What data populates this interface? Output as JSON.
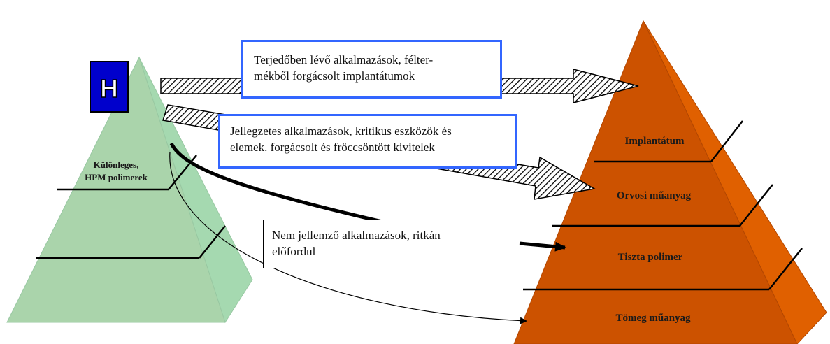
{
  "left_pyramid": {
    "logo_letter": "H",
    "top_label_line1": "Különleges,",
    "top_label_line2": "HPM polimerek"
  },
  "right_pyramid": {
    "levels": [
      "Implantátum",
      "Orvosi műanyag",
      "Tiszta polimer",
      "Tömeg műanyag"
    ]
  },
  "callouts": {
    "c1": {
      "line1": "Terjedőben lévő alkalmazások, félter-",
      "line2": "mékből forgácsolt implantátumok"
    },
    "c2": {
      "line1": "Jellegzetes alkalmazások, kritikus eszközök és",
      "line2": "elemek. forgácsolt és fröccsöntött kivitelek"
    },
    "c3": {
      "line1": "Nem jellemző alkalmazások, ritkán",
      "line2": "előfordul"
    }
  },
  "colors": {
    "green_front": "#aad4ab",
    "green_side": "#a5d9b0",
    "orange_front": "#cc5200",
    "orange_side": "#e06000",
    "callout_blue": "#3366ff",
    "logo_blue": "#0000cc"
  }
}
